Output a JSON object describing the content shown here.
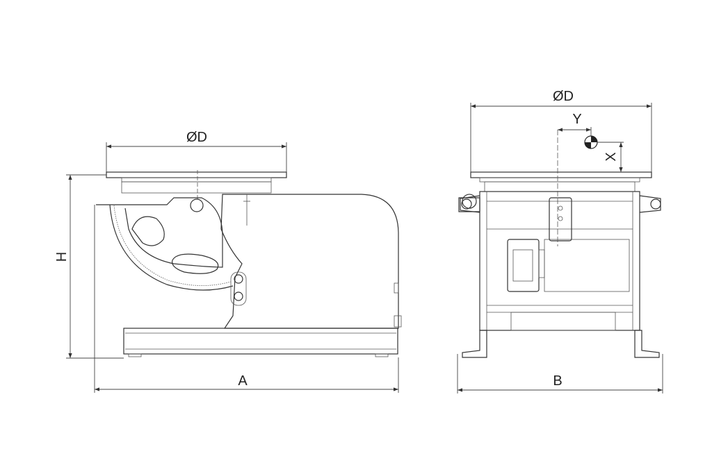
{
  "drawing": {
    "side_view": {
      "diameter_label": "ØD",
      "height_label": "H",
      "length_label": "A"
    },
    "front_view": {
      "diameter_label": "ØD",
      "offset_y_label": "Y",
      "offset_x_label": "X",
      "width_label": "B"
    }
  }
}
